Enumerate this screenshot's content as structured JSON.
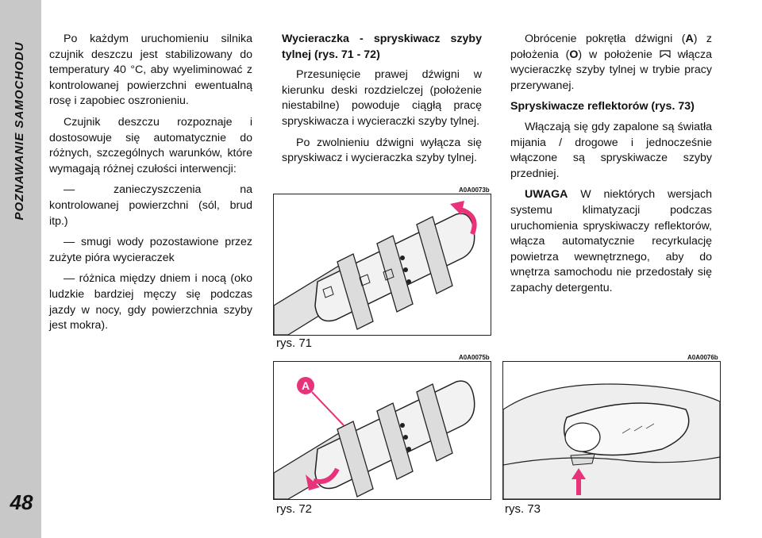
{
  "sidebar": {
    "title": "POZNAWANIE SAMOCHODU",
    "page_number": "48"
  },
  "col1": {
    "p1": "Po każdym uruchomieniu silnika czujnik deszczu jest stabilizowany do temperatury 40 °C, aby wyeliminować z kontrolowanej powierzchni ewentualną rosę i zapobiec oszronieniu.",
    "p2": "Czujnik deszczu rozpoznaje i dostosowuje się automatycznie do różnych, szczególnych warunków, które wymagają różnej czułości interwencji:",
    "p3": "— zanieczyszczenia na kontrolowanej powierzchni (sól, brud itp.)",
    "p4": "— smugi wody pozostawione przez zużyte pióra wycieraczek",
    "p5": "— różnica między dniem i nocą (oko ludzkie bardziej męczy się podczas jazdy w nocy, gdy powierzchnia szyby jest mokra)."
  },
  "col2": {
    "heading": "Wycieraczka - spryskiwacz szyby tylnej (rys. 71 - 72)",
    "p1": "Przesunięcie prawej dźwigni w kierunku deski rozdzielczej (położenie niestabilne) powoduje ciągłą pracę spryskiwacza i wycieraczki szyby tylnej.",
    "p2": "Po zwolnieniu dźwigni wyłącza się spryskiwacz i wycieraczka szyby tylnej."
  },
  "col3": {
    "p1_a": "Obrócenie pokrętła dźwigni (",
    "p1_A": "A",
    "p1_b": ") z położenia (",
    "p1_O": "O",
    "p1_c": ") w położenie",
    "p1_d": "włącza wycieraczkę szyby tylnej w trybie pracy przerywanej.",
    "heading": "Spryskiwacze reflektorów (rys. 73)",
    "p2": "Włączają się gdy zapalone są światła mijania / drogowe i jednocześnie włączone są spryskiwacze szyby przedniej.",
    "p3_label": "UWAGA",
    "p3": "W niektórych wersjach systemu klimatyzacji podczas uruchomienia spryskiwaczy reflektorów, włącza automatycznie recyrkulację powietrza wewnętrznego, aby do wnętrza samochodu nie przedostały się zapachy detergentu."
  },
  "figures": {
    "fig71": {
      "code": "A0A0073b",
      "caption": "rys. 71"
    },
    "fig72": {
      "code": "A0A0075b",
      "caption": "rys. 72",
      "label": "A"
    },
    "fig73": {
      "code": "A0A0076b",
      "caption": "rys. 73"
    }
  },
  "colors": {
    "sidebar": "#c8c8c8",
    "arrow": "#e8337a"
  }
}
